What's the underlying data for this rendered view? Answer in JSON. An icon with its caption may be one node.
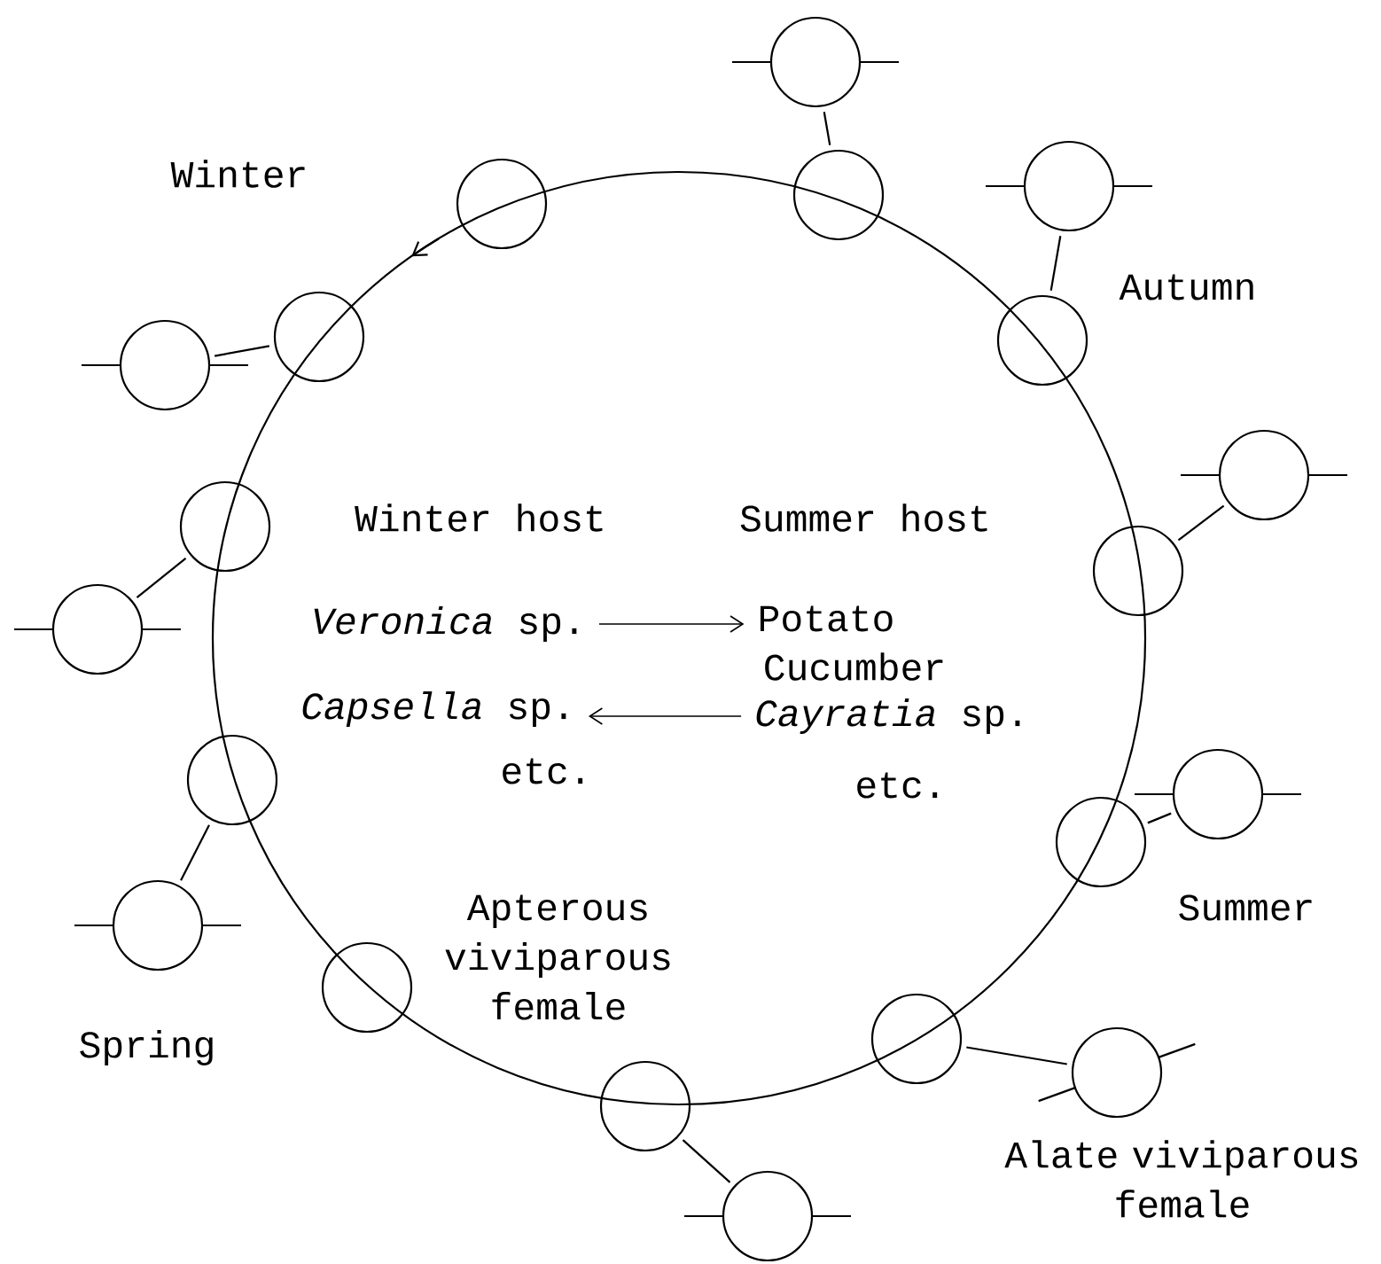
{
  "diagram": {
    "nodes": [
      {
        "text": [],
        "shape": "circle"
      },
      {
        "text": [],
        "shape": "circle"
      },
      {
        "text": [],
        "shape": "circle"
      },
      {
        "text": [],
        "shape": "circle"
      },
      {
        "text": [],
        "shape": "circle"
      },
      {
        "text": [],
        "shape": "circle"
      },
      {
        "text": [],
        "shape": "circle"
      },
      {
        "text": [],
        "shape": "circle"
      },
      {
        "text": [],
        "shape": "circle"
      },
      {
        "text": [],
        "shape": "circle"
      },
      {
        "text": [],
        "shape": "circle"
      },
      {
        "text": [],
        "shape": "circle"
      },
      {
        "text": [],
        "shape": "circle"
      },
      {
        "text": [],
        "shape": "circle"
      },
      {
        "text": [],
        "shape": "circle"
      },
      {
        "text": [],
        "shape": "circle"
      },
      {
        "text": [],
        "shape": "circle"
      },
      {
        "text": [],
        "shape": "circle"
      },
      {
        "text": [],
        "shape": "circle"
      },
      {
        "text": [],
        "shape": "circle"
      },
      {
        "text": [
          "*Veronica* sp."
        ]
      },
      {
        "text": [
          "Potato"
        ]
      },
      {
        "text": [
          "*Capsella* sp."
        ]
      },
      {
        "text": [
          "*Cayratia* sp."
        ]
      }
    ],
    "edges": [
      {
        "from": 2,
        "to": 1,
        "arrow": "none"
      },
      {
        "from": 6,
        "to": 3,
        "arrow": "none"
      },
      {
        "from": 4,
        "to": 5,
        "arrow": "none"
      },
      {
        "from": 9,
        "to": 7,
        "arrow": "none"
      },
      {
        "from": 8,
        "to": 10,
        "arrow": "none"
      },
      {
        "from": 13,
        "to": 12,
        "arrow": "none"
      },
      {
        "from": 11,
        "to": 14,
        "arrow": "none"
      },
      {
        "from": 16,
        "to": 17,
        "arrow": "none"
      },
      {
        "from": 18,
        "to": 19,
        "arrow": "none"
      },
      {
        "from": 20,
        "to": 21,
        "arrow": "to"
      },
      {
        "from": 23,
        "to": 22,
        "arrow": "to"
      }
    ],
    "labels": [
      "Winter",
      "Autumn",
      "Winter host",
      "Summer host",
      "Cucumber",
      "etc.",
      "etc.",
      "Summer",
      "Apterous viviparous female",
      "Spring",
      "Alate viviparous female"
    ]
  }
}
